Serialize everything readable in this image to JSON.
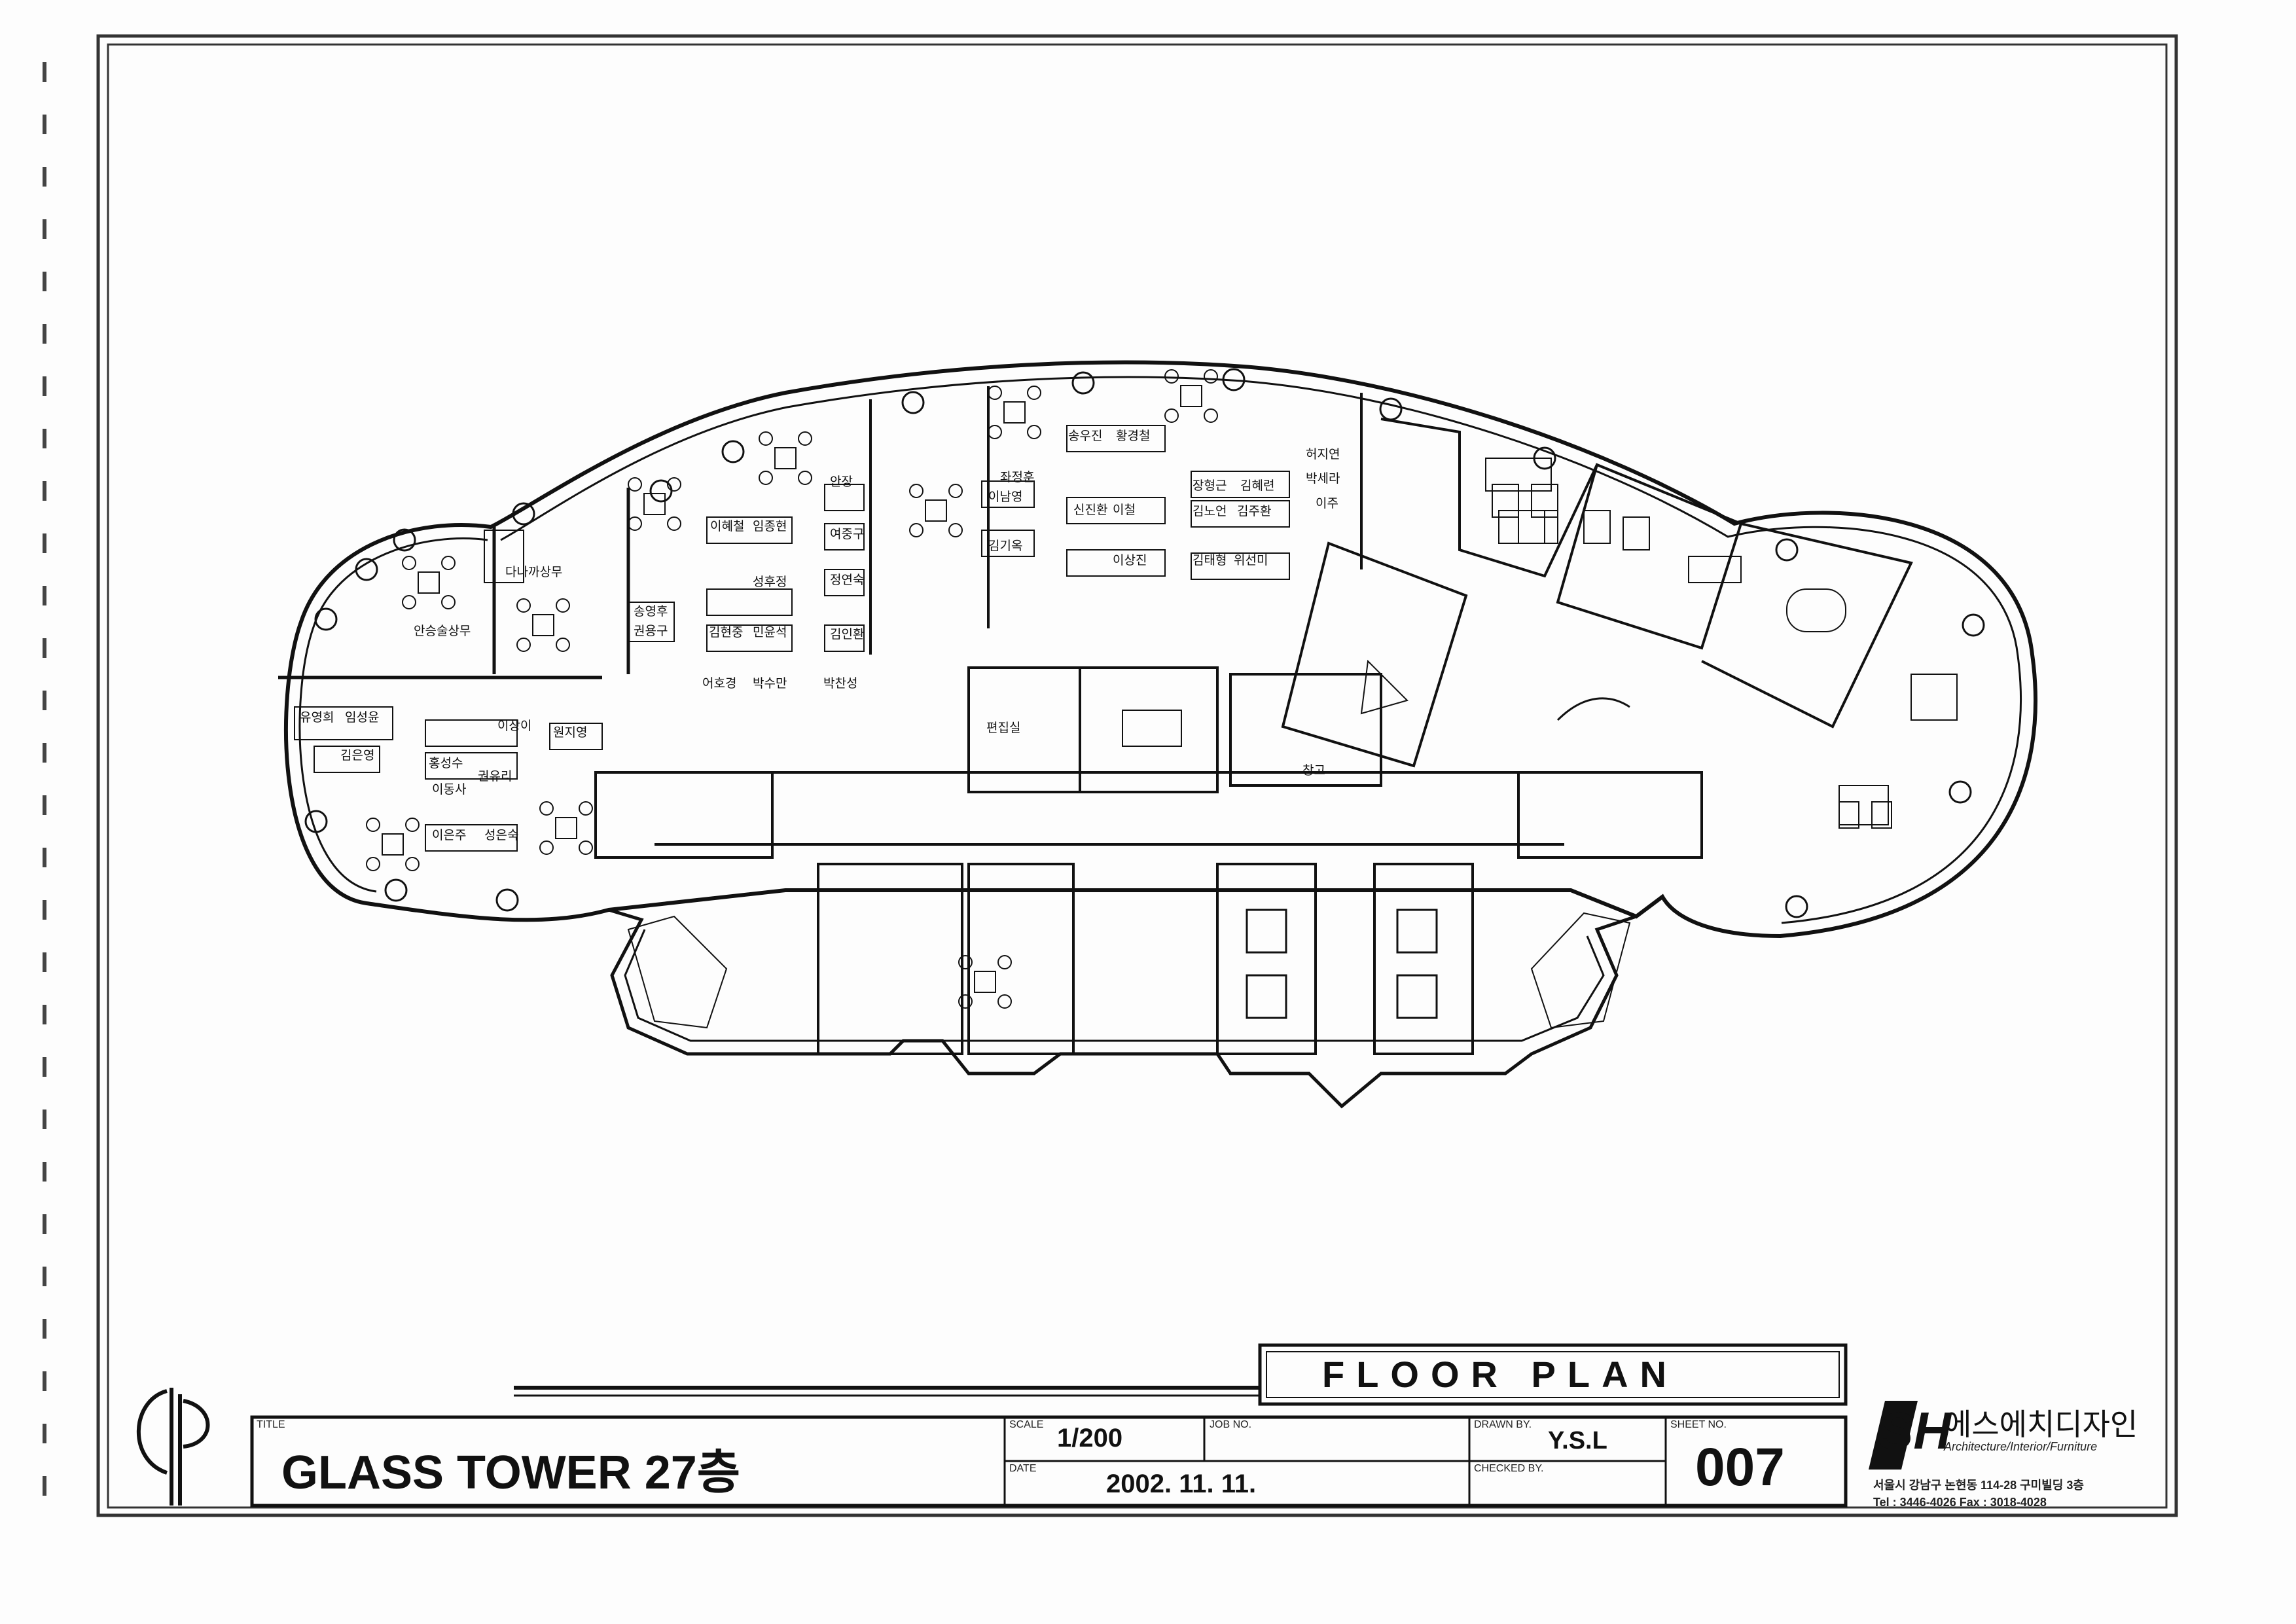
{
  "sheet_heading": "FLOOR PLAN",
  "title_block": {
    "title_caption": "TITLE",
    "title": "GLASS TOWER 27층",
    "scale_caption": "SCALE",
    "scale": "1/200",
    "job_caption": "JOB NO.",
    "job_no": "",
    "date_caption": "DATE",
    "date": "2002. 11. 11.",
    "drawn_caption": "DRAWN BY.",
    "drawn_by": "Y.S.L",
    "checked_caption": "CHECKED BY.",
    "checked_by": "",
    "sheet_caption": "SHEET NO.",
    "sheet_no": "007"
  },
  "company": {
    "logo_text": "SH",
    "name": "에스에치디자인",
    "tagline": "Architecture/Interior/Furniture",
    "address": "서울시 강남구 논현동 114-28 구미빌딩 3층",
    "phone": "Tel : 3446-4026  Fax : 3018-4028"
  },
  "room_labels": {
    "editing_room": "편집실",
    "storage": "창고"
  },
  "occupants": [
    "안승술상무",
    "다나까상무",
    "송영후",
    "권용구",
    "이혜철",
    "임종현",
    "성후정",
    "김현중",
    "민윤석",
    "어호경",
    "박수만",
    "안장",
    "여중구",
    "정연숙",
    "김인환",
    "박찬성",
    "좌정훈",
    "이남영",
    "김기옥",
    "송우진",
    "황경철",
    "신진환",
    "이철",
    "이상진",
    "장형근",
    "김혜련",
    "김노언",
    "김주환",
    "김태형",
    "위선미",
    "허지연",
    "박세라",
    "이주",
    "유영희",
    "임성윤",
    "김은영",
    "이상이",
    "원지영",
    "홍성수",
    "권유리",
    "이동사",
    "이은주",
    "성은숙"
  ]
}
